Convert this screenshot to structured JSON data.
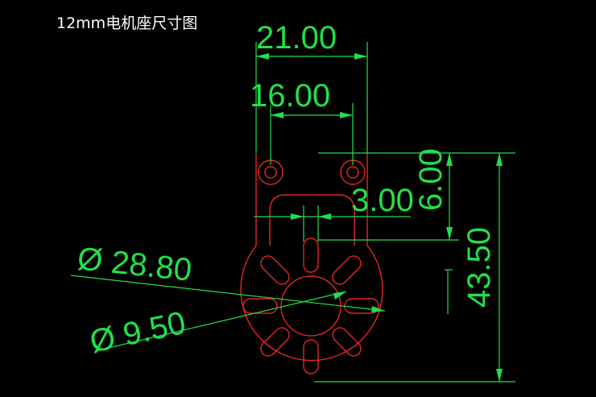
{
  "title": "12mm电机座尺寸图",
  "colors": {
    "background": "#000000",
    "part_outline": "#e62626",
    "dimension": "#22e04a",
    "title_text": "#ffffff"
  },
  "dimensions": {
    "width_outer": "21.00",
    "hole_spacing": "16.00",
    "slot_width": "3.00",
    "hole_offset": "6.00",
    "total_height": "43.50",
    "outer_diameter": "Ø 28.80",
    "inner_diameter": "Ø 9.50"
  }
}
